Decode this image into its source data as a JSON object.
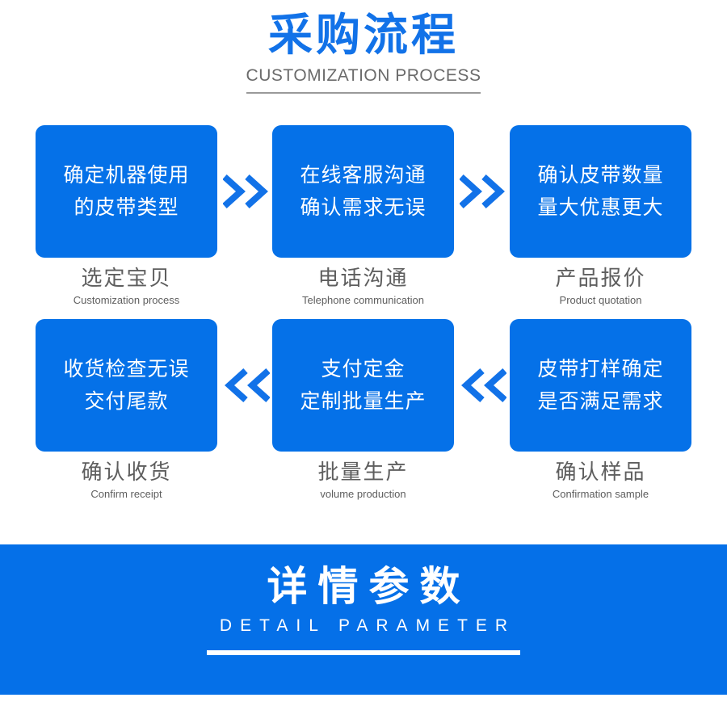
{
  "header": {
    "title": "采购流程",
    "subtitle": "CUSTOMIZATION PROCESS",
    "title_color": "#1272E8",
    "subtitle_color": "#6b6b6b"
  },
  "colors": {
    "box_blue": "#0571E8",
    "arrow_blue": "#1272E8",
    "caption_gray": "#5e5e5e",
    "banner_blue": "#0570E8",
    "page_background": "#ffffff"
  },
  "flow": {
    "rows": [
      {
        "direction": "left-to-right",
        "arrow_icon": "double-chevron-right-icon",
        "steps": [
          {
            "box_line1": "确定机器使用",
            "box_line2": "的皮带类型",
            "caption_cn": "选定宝贝",
            "caption_en": "Customization process"
          },
          {
            "box_line1": "在线客服沟通",
            "box_line2": "确认需求无误",
            "caption_cn": "电话沟通",
            "caption_en": "Telephone communication"
          },
          {
            "box_line1": "确认皮带数量",
            "box_line2": "量大优惠更大",
            "caption_cn": "产品报价",
            "caption_en": "Product quotation"
          }
        ]
      },
      {
        "direction": "right-to-left",
        "arrow_icon": "double-chevron-left-icon",
        "steps": [
          {
            "box_line1": "收货检查无误",
            "box_line2": "交付尾款",
            "caption_cn": "确认收货",
            "caption_en": "Confirm receipt"
          },
          {
            "box_line1": "支付定金",
            "box_line2": "定制批量生产",
            "caption_cn": "批量生产",
            "caption_en": "volume production"
          },
          {
            "box_line1": "皮带打样确定",
            "box_line2": "是否满足需求",
            "caption_cn": "确认样品",
            "caption_en": "Confirmation sample"
          }
        ]
      }
    ]
  },
  "banner": {
    "title": "详情参数",
    "subtitle": "DETAIL PARAMETER"
  }
}
